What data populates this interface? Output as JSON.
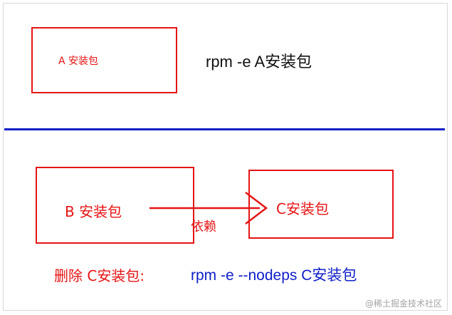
{
  "top": {
    "box_a_label": "A 安装包",
    "command": "rpm -e   A安装包"
  },
  "bottom": {
    "box_b_label": "B 安装包",
    "box_c_label": "C安装包",
    "dependency_label": "依赖",
    "delete_label": "删除 C安装包:",
    "delete_command": "rpm -e --nodeps   C安装包"
  },
  "watermark": "@稀土掘金技术社区",
  "colors": {
    "red": "#e51414",
    "blue": "#0f1fc8"
  }
}
